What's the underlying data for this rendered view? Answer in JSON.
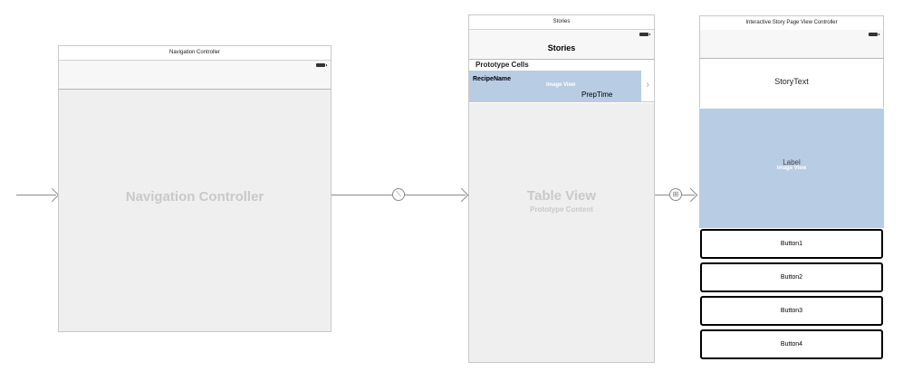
{
  "entry_arrow": {
    "label": ""
  },
  "nav_controller_scene": {
    "title": "Navigation Controller",
    "body_caption": "Navigation Controller"
  },
  "stories_scene": {
    "title": "Stories",
    "nav_title": "Stories",
    "section_header": "Prototype Cells",
    "cell": {
      "recipe_name": "RecipeName",
      "image_view": "Image View",
      "prep_time": "PrepTime",
      "accessory": "›"
    },
    "table_caption": "Table View",
    "table_subcaption": "Prototype Content"
  },
  "story_page_scene": {
    "title": "Interactive Story Page View Controller",
    "story_text": "StoryText",
    "image_label": "Label",
    "image_view": "Image View",
    "buttons": [
      "Button1",
      "Button2",
      "Button3",
      "Button4"
    ]
  },
  "segues": {
    "root_icon": "⟍",
    "push_icon": "⊞"
  },
  "colors": {
    "selection_blue": "#b8cce4",
    "canvas_gray": "#efefef",
    "caption_gray": "#c9c9c9"
  }
}
